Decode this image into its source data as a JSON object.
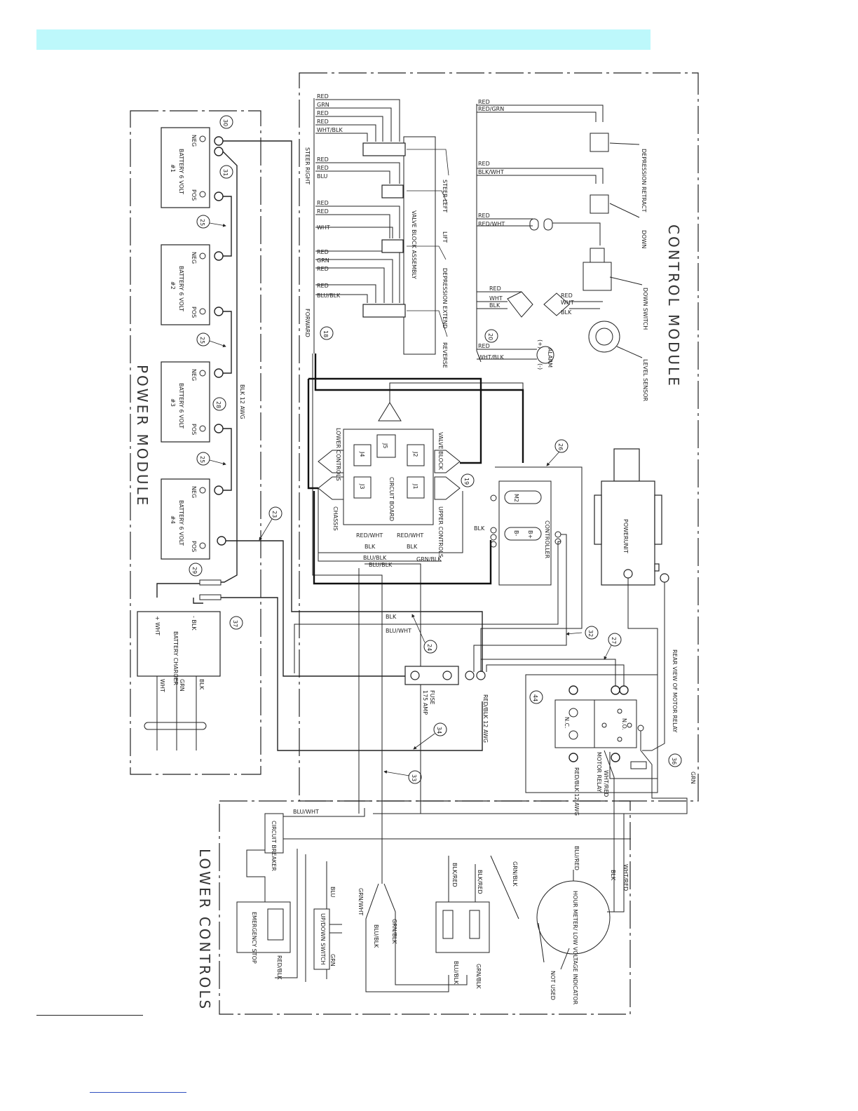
{
  "modules": {
    "power": "POWER MODULE",
    "control": "CONTROL MODULE",
    "lower": "LOWER CONTROLS"
  },
  "batteries": [
    {
      "name": "BATTERY 6 VOLT",
      "num": "#1",
      "neg": "NEG",
      "pos": "POS"
    },
    {
      "name": "BATTERY 6 VOLT",
      "num": "#2",
      "neg": "NEG",
      "pos": "POS"
    },
    {
      "name": "BATTERY 6 VOLT",
      "num": "#3",
      "neg": "NEG",
      "pos": "POS"
    },
    {
      "name": "BATTERY 6 VOLT",
      "num": "#4",
      "neg": "NEG",
      "pos": "POS"
    }
  ],
  "callouts": [
    "30",
    "31",
    "25",
    "25",
    "28",
    "25",
    "23",
    "29",
    "37",
    "18",
    "20",
    "26",
    "19",
    "24",
    "32",
    "27",
    "44",
    "34",
    "33",
    "36"
  ],
  "charger": {
    "name": "BATTERY CHARGER",
    "plus": "+ WHT",
    "minus": "- BLK",
    "w1": "WHT",
    "w2": "GRN",
    "w3": "BLK"
  },
  "valve_block": {
    "label": "VALVE BLOCK ASSEMBLY",
    "steer_right": "STEER RIGHT",
    "steer_left": "STEER LEFT",
    "lift": "LIFT",
    "depression_extend": "DEPRESSION EXTEND",
    "reverse": "REVERSE",
    "forward": "FORWARD",
    "wires_top": [
      "RED",
      "GRN",
      "RED",
      "RED",
      "WHT/BLK"
    ],
    "wires_lift": [
      "RED",
      "RED",
      "BLU"
    ],
    "wires_dep": [
      "RED",
      "RED",
      "WHT"
    ],
    "wires_bottom": [
      "RED",
      "GRN",
      "RED",
      "RED",
      "BLU/BLK"
    ]
  },
  "right_side": {
    "depression_retract": "DEPRESSION RETRACT",
    "down": "DOWN",
    "down_switch": "DOWN SWITCH",
    "level_sensor": "LEVEL SENSOR",
    "alarm": "ALARM",
    "alarm_plus": "(+)",
    "alarm_minus": "(-)",
    "wires_a": [
      "RED",
      "RED/GRN"
    ],
    "wires_b": [
      "RED",
      "BLK/WHT"
    ],
    "wires_c": [
      "RED",
      "RED/WHT"
    ],
    "wires_d": [
      "RED",
      "WHT",
      "BLK"
    ],
    "wires_e": [
      "RED",
      "WHT",
      "BLK"
    ],
    "wires_f": [
      "RED",
      "WHT/BLK"
    ]
  },
  "circuit_board": {
    "label": "CIRCUIT BOARD",
    "lower_controls": "LOWER CONTROLS",
    "valve_block": "VALVE BLOCK",
    "chassis": "CHASSIS",
    "upper_controls": "UPPER CONTROLS",
    "j5": "J5",
    "j4": "J4",
    "j2": "J2",
    "j3": "J3",
    "j1": "J1"
  },
  "controller": {
    "label": "CONTROLLER",
    "m2": "M2",
    "bminus": "B-",
    "bplus": "B+"
  },
  "powerunit": {
    "label": "POWERUNIT"
  },
  "fuse": {
    "label": "FUSE",
    "rating": "175 AMP"
  },
  "motor_relay": {
    "label": "MOTOR RELAY",
    "rear_view": "REAR VIEW OF MOTOR RELAY",
    "nc": "N.C.",
    "no": "N.O."
  },
  "wire_labels": {
    "blk12": "BLK 12 AWG",
    "redblk12": "RED/BLK 12 AWG",
    "redblk12b": "RED/BLK 12 AWG",
    "blk": "BLK",
    "bluwht": "BLU/WHT",
    "redwht": "RED/WHT",
    "grnblk": "GRN/BLK",
    "blublk": "BLU/BLK",
    "wht_red": "WHT/RED",
    "grn": "GRN"
  },
  "lower": {
    "circuit_breaker": "CIRCUIT BREAKER",
    "emergency_stop": "EMERGENCY STOP",
    "updown_switch": "UP/DOWN SWITCH",
    "hour_meter": "HOUR METER/ LOW VOLTAGE INDICATOR",
    "not_used": "NOT USED",
    "wires": [
      "BLU/WHT",
      "BLU/RED",
      "BLK/RED",
      "BLK/RED",
      "GRN/BLK",
      "GRN/WHT",
      "BLU",
      "GRN",
      "GRN/BLK",
      "BLU/BLK",
      "BLU/BLK",
      "GRN/BLK",
      "RED/BLK",
      "BLK",
      "WHT/RED"
    ]
  }
}
